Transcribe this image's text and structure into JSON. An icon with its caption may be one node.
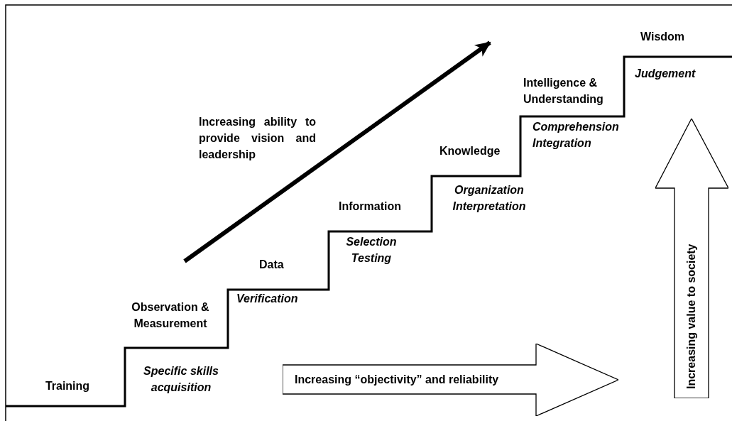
{
  "diagram": {
    "nodes": [
      {
        "text": [
          "Increasing “objectivity” and reliability"
        ]
      },
      {
        "text": [
          "Increasing value to society"
        ]
      }
    ],
    "labels": [
      "Training",
      "Specific skills acquisition",
      "Observation & Measurement",
      "Verification",
      "Data",
      "Selection Testing",
      "Information",
      "Organization Interpretation",
      "Knowledge",
      "Comprehension Integration",
      "Intelligence & Understanding",
      "Judgement",
      "Wisdom",
      "Increasing ability to provide vision and leadership"
    ]
  }
}
